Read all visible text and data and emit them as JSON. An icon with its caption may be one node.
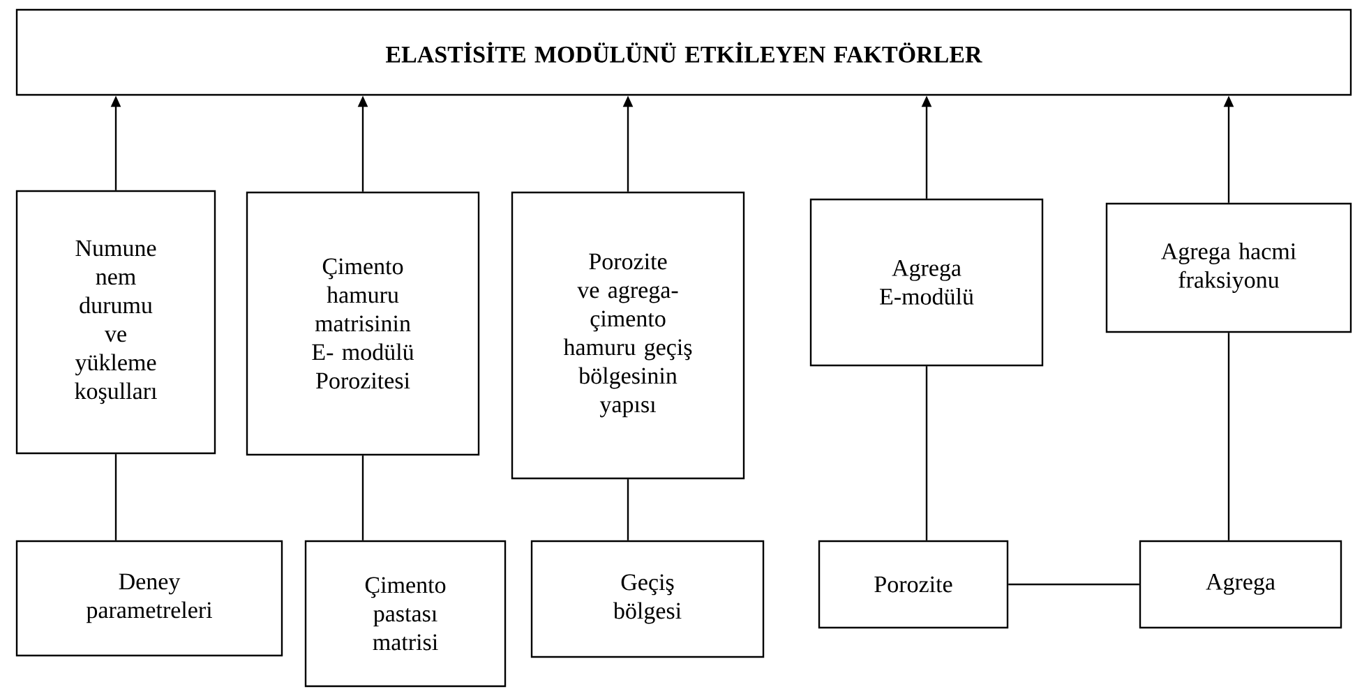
{
  "diagram": {
    "nodes": [
      {
        "text": [
          "ELASTİSİTE MODÜLÜNÜ ETKİLEYEN FAKTÖRLER"
        ]
      },
      {
        "text": [
          "Numune nem durumu ve yükleme koşulları"
        ]
      },
      {
        "text": [
          "Çimento hamuru matrisinin E- modülü Porozitesi"
        ]
      },
      {
        "text": [
          "Porozite ve agrega- çimento hamuru geçiş bölgesinin yapısı"
        ]
      },
      {
        "text": [
          "Agrega E-modülü"
        ]
      },
      {
        "text": [
          "Agrega hacmi fraksiyonu"
        ]
      },
      {
        "text": [
          "Deney parametreleri"
        ]
      },
      {
        "text": [
          "Çimento pastası matrisi"
        ]
      },
      {
        "text": [
          "Geçiş bölgesi"
        ]
      },
      {
        "text": [
          "Porozite"
        ]
      },
      {
        "text": [
          "Agrega"
        ]
      }
    ],
    "edges": [
      {
        "from": 1,
        "to": 0,
        "arrow": "to"
      },
      {
        "from": 2,
        "to": 0,
        "arrow": "to"
      },
      {
        "from": 3,
        "to": 0,
        "arrow": "to"
      },
      {
        "from": 4,
        "to": 0,
        "arrow": "to"
      },
      {
        "from": 5,
        "to": 0,
        "arrow": "to"
      },
      {
        "from": 1,
        "to": 6,
        "arrow": "none"
      },
      {
        "from": 2,
        "to": 7,
        "arrow": "none"
      },
      {
        "from": 3,
        "to": 8,
        "arrow": "none"
      },
      {
        "from": 4,
        "to": 9,
        "arrow": "none"
      },
      {
        "from": 5,
        "to": 10,
        "arrow": "none"
      },
      {
        "from": 9,
        "to": 10,
        "arrow": "none"
      }
    ]
  }
}
